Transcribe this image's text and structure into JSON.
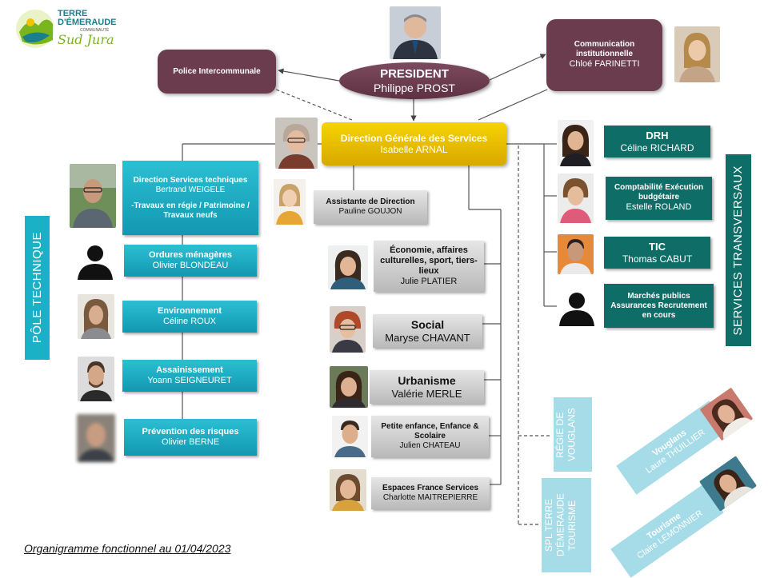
{
  "logo": {
    "line1": "TERRE",
    "line2": "D'ÉMERAUDE",
    "line3": "COMMUNAUTÉ",
    "line4": "Sud Jura"
  },
  "president": {
    "title": "PRESIDENT",
    "name": "Philippe PROST"
  },
  "police": {
    "label": "Police Intercommunale"
  },
  "communication": {
    "title": "Communication institutionnelle",
    "name": "Chloé FARINETTI"
  },
  "dgs": {
    "title": "Direction Générale des Services",
    "name": "Isabelle ARNAL"
  },
  "assistante": {
    "title": "Assistante de Direction",
    "name": "Pauline GOUJON"
  },
  "pole_technique": {
    "label": "PÔLE TECHNIQUE",
    "items": [
      {
        "title": "Direction Services techniques",
        "name": "Bertrand WEIGELE",
        "extra": "-Travaux en régie / Patrimoine / Travaux neufs"
      },
      {
        "title": "Ordures ménagères",
        "name": "Olivier BLONDEAU"
      },
      {
        "title": "Environnement",
        "name": "Céline ROUX"
      },
      {
        "title": "Assainissement",
        "name": "Yoann SEIGNEURET"
      },
      {
        "title": "Prévention des risques",
        "name": "Olivier BERNE"
      }
    ]
  },
  "centre": [
    {
      "title": "Économie, affaires culturelles, sport, tiers-lieux",
      "name": "Julie PLATIER"
    },
    {
      "title": "Social",
      "name": "Maryse CHAVANT"
    },
    {
      "title": "Urbanisme",
      "name": "Valérie MERLE"
    },
    {
      "title": "Petite enfance, Enfance & Scolaire",
      "name": "Julien CHATEAU"
    },
    {
      "title": "Espaces France Services",
      "name": "Charlotte MAITREPIERRE"
    }
  ],
  "transversaux": {
    "label": "SERVICES TRANSVERSAUX",
    "items": [
      {
        "title": "DRH",
        "name": "Céline RICHARD"
      },
      {
        "title": "Comptabilité Exécution budgétaire",
        "name": "Estelle ROLAND"
      },
      {
        "title": "TIC",
        "name": "Thomas CABUT"
      },
      {
        "title": "Marchés publics Assurances Recrutement en cours",
        "name": ""
      }
    ]
  },
  "regie": {
    "label": "RÉGIE DE VOUGLANS"
  },
  "spl": {
    "label": "SPL TERRE D'ÉMERAUDE TOURISME"
  },
  "vouglans": {
    "title": "Vouglans",
    "name": "Laure THUILLIER"
  },
  "tourisme": {
    "title": "Tourisme",
    "name": "Claire LEMONNIER"
  },
  "footer": {
    "caption": "Organigramme fonctionnel au 01/04/2023"
  }
}
